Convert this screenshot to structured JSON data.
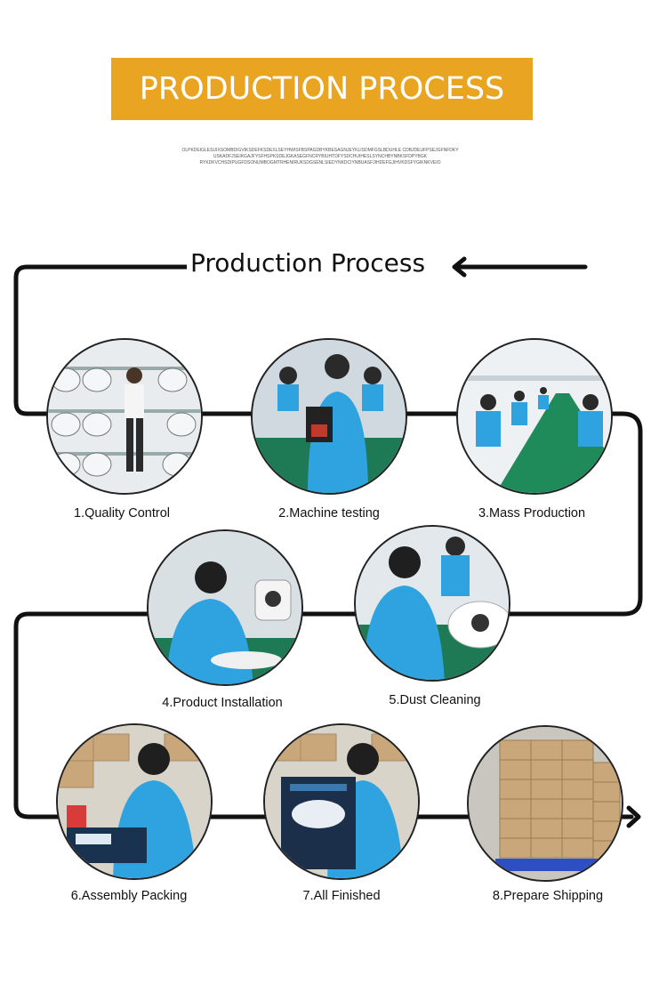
{
  "banner": {
    "title": "PRODUCTION PROCESS",
    "color": "#e9a522"
  },
  "fine_print": [
    "OLPKDEIGLESUIXSOMBDIGVIKSDEFKSDEXLSEYHWISFBSPAGDBYKBESAGNJEYKLISDMFGSLBDUHLE CDBJDEUFPSEJGFNFDKY",
    "USKADFJSEIKGAJFYSFHSPKSDEJGKASEGFNCRYBIUHTDFYSDCHUIHESLSYNCHBYNBKSFDPYBGK",
    "RYKDKVCHSDIPUGFDSONUMBOGMTRHENIRUKSDGSENLSIEDYNKDCIYNBUASFJIHDEFGJIHVKDSFYGIKNKVEIO"
  ],
  "flow": {
    "title": "Production Process"
  },
  "steps": [
    {
      "label": "1.Quality Control",
      "scene": "quality"
    },
    {
      "label": "2.Machine testing",
      "scene": "machine"
    },
    {
      "label": "3.Mass Production",
      "scene": "mass"
    },
    {
      "label": "4.Product Installation",
      "scene": "install"
    },
    {
      "label": "5.Dust Cleaning",
      "scene": "cleaning"
    },
    {
      "label": "6.Assembly Packing",
      "scene": "packing"
    },
    {
      "label": "7.All Finished",
      "scene": "finished"
    },
    {
      "label": "8.Prepare Shipping",
      "scene": "shipping"
    }
  ],
  "colors": {
    "shirt": "#2fa3df",
    "bench": "#1d7a55",
    "carton": "#c9a77a",
    "line": "#111111"
  }
}
